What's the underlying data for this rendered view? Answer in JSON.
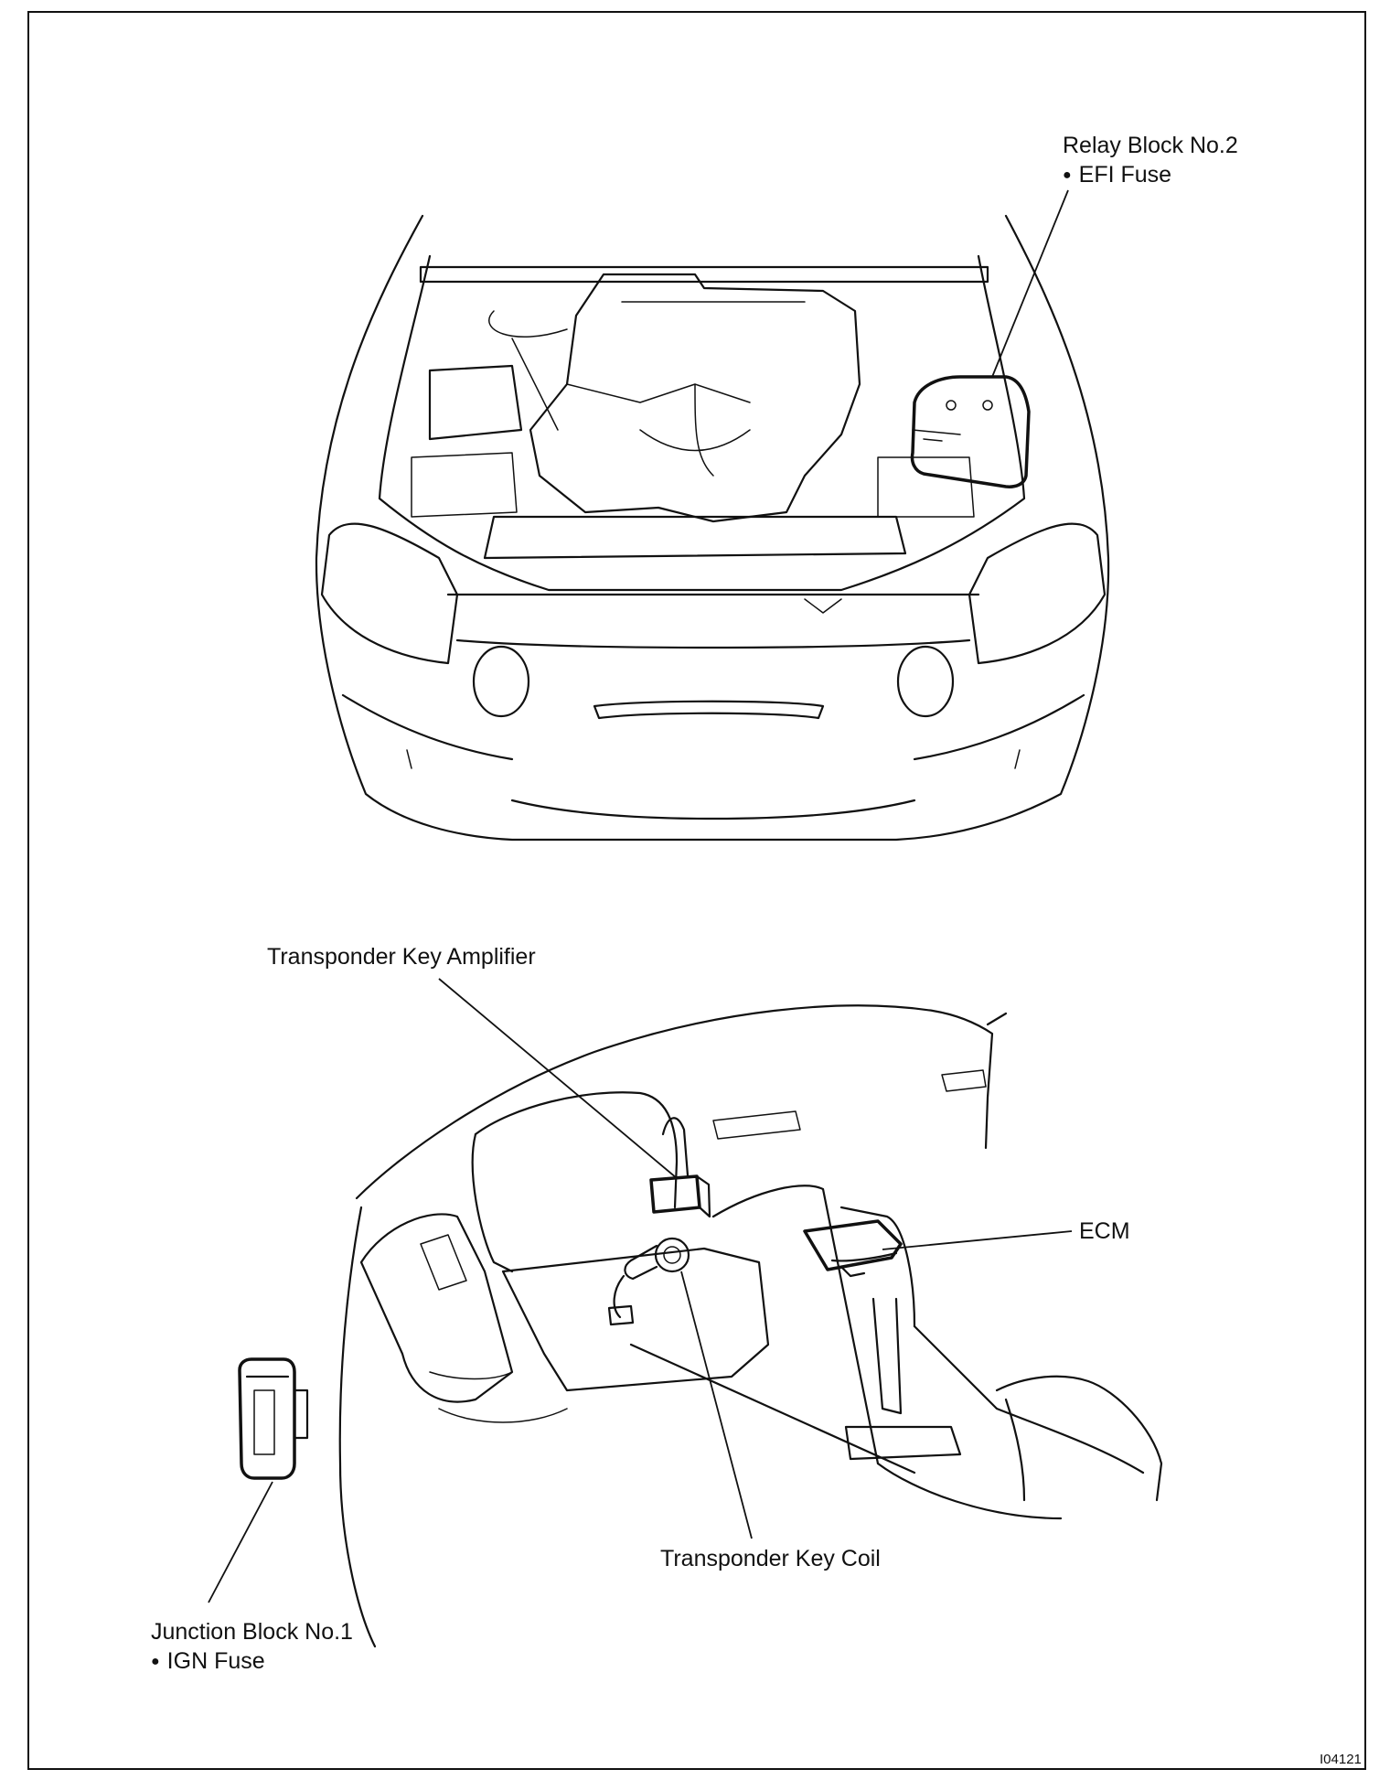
{
  "labels": {
    "relay_block": {
      "name": "Relay Block No.2",
      "item": "EFI Fuse"
    },
    "amplifier": "Transponder Key Amplifier",
    "ecm": "ECM",
    "coil": "Transponder Key Coil",
    "junction_block": {
      "name": "Junction Block No.1",
      "item": "IGN Fuse"
    }
  },
  "figure_code": "I04121"
}
